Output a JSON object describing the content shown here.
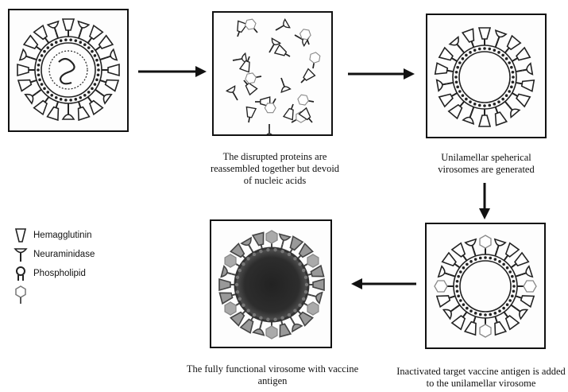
{
  "captions": {
    "step2": "The disrupted proteins are reassembled together but devoid of nucleic acids",
    "step3": "Unilamellar speherical virosomes are generated",
    "step4": "Inactivated target vaccine antigen is added to the unilamellar virosome",
    "step5": "The fully functional virosome with vaccine antigen"
  },
  "legend": [
    {
      "label": "Hemagglutinin",
      "icon": "hemagglutinin-icon"
    },
    {
      "label": "Neuraminidase",
      "icon": "neuraminidase-icon"
    },
    {
      "label": "Phospholipid",
      "icon": "phospholipid-icon"
    },
    {
      "label": "",
      "icon": "vaccine-antigen-icon"
    }
  ]
}
